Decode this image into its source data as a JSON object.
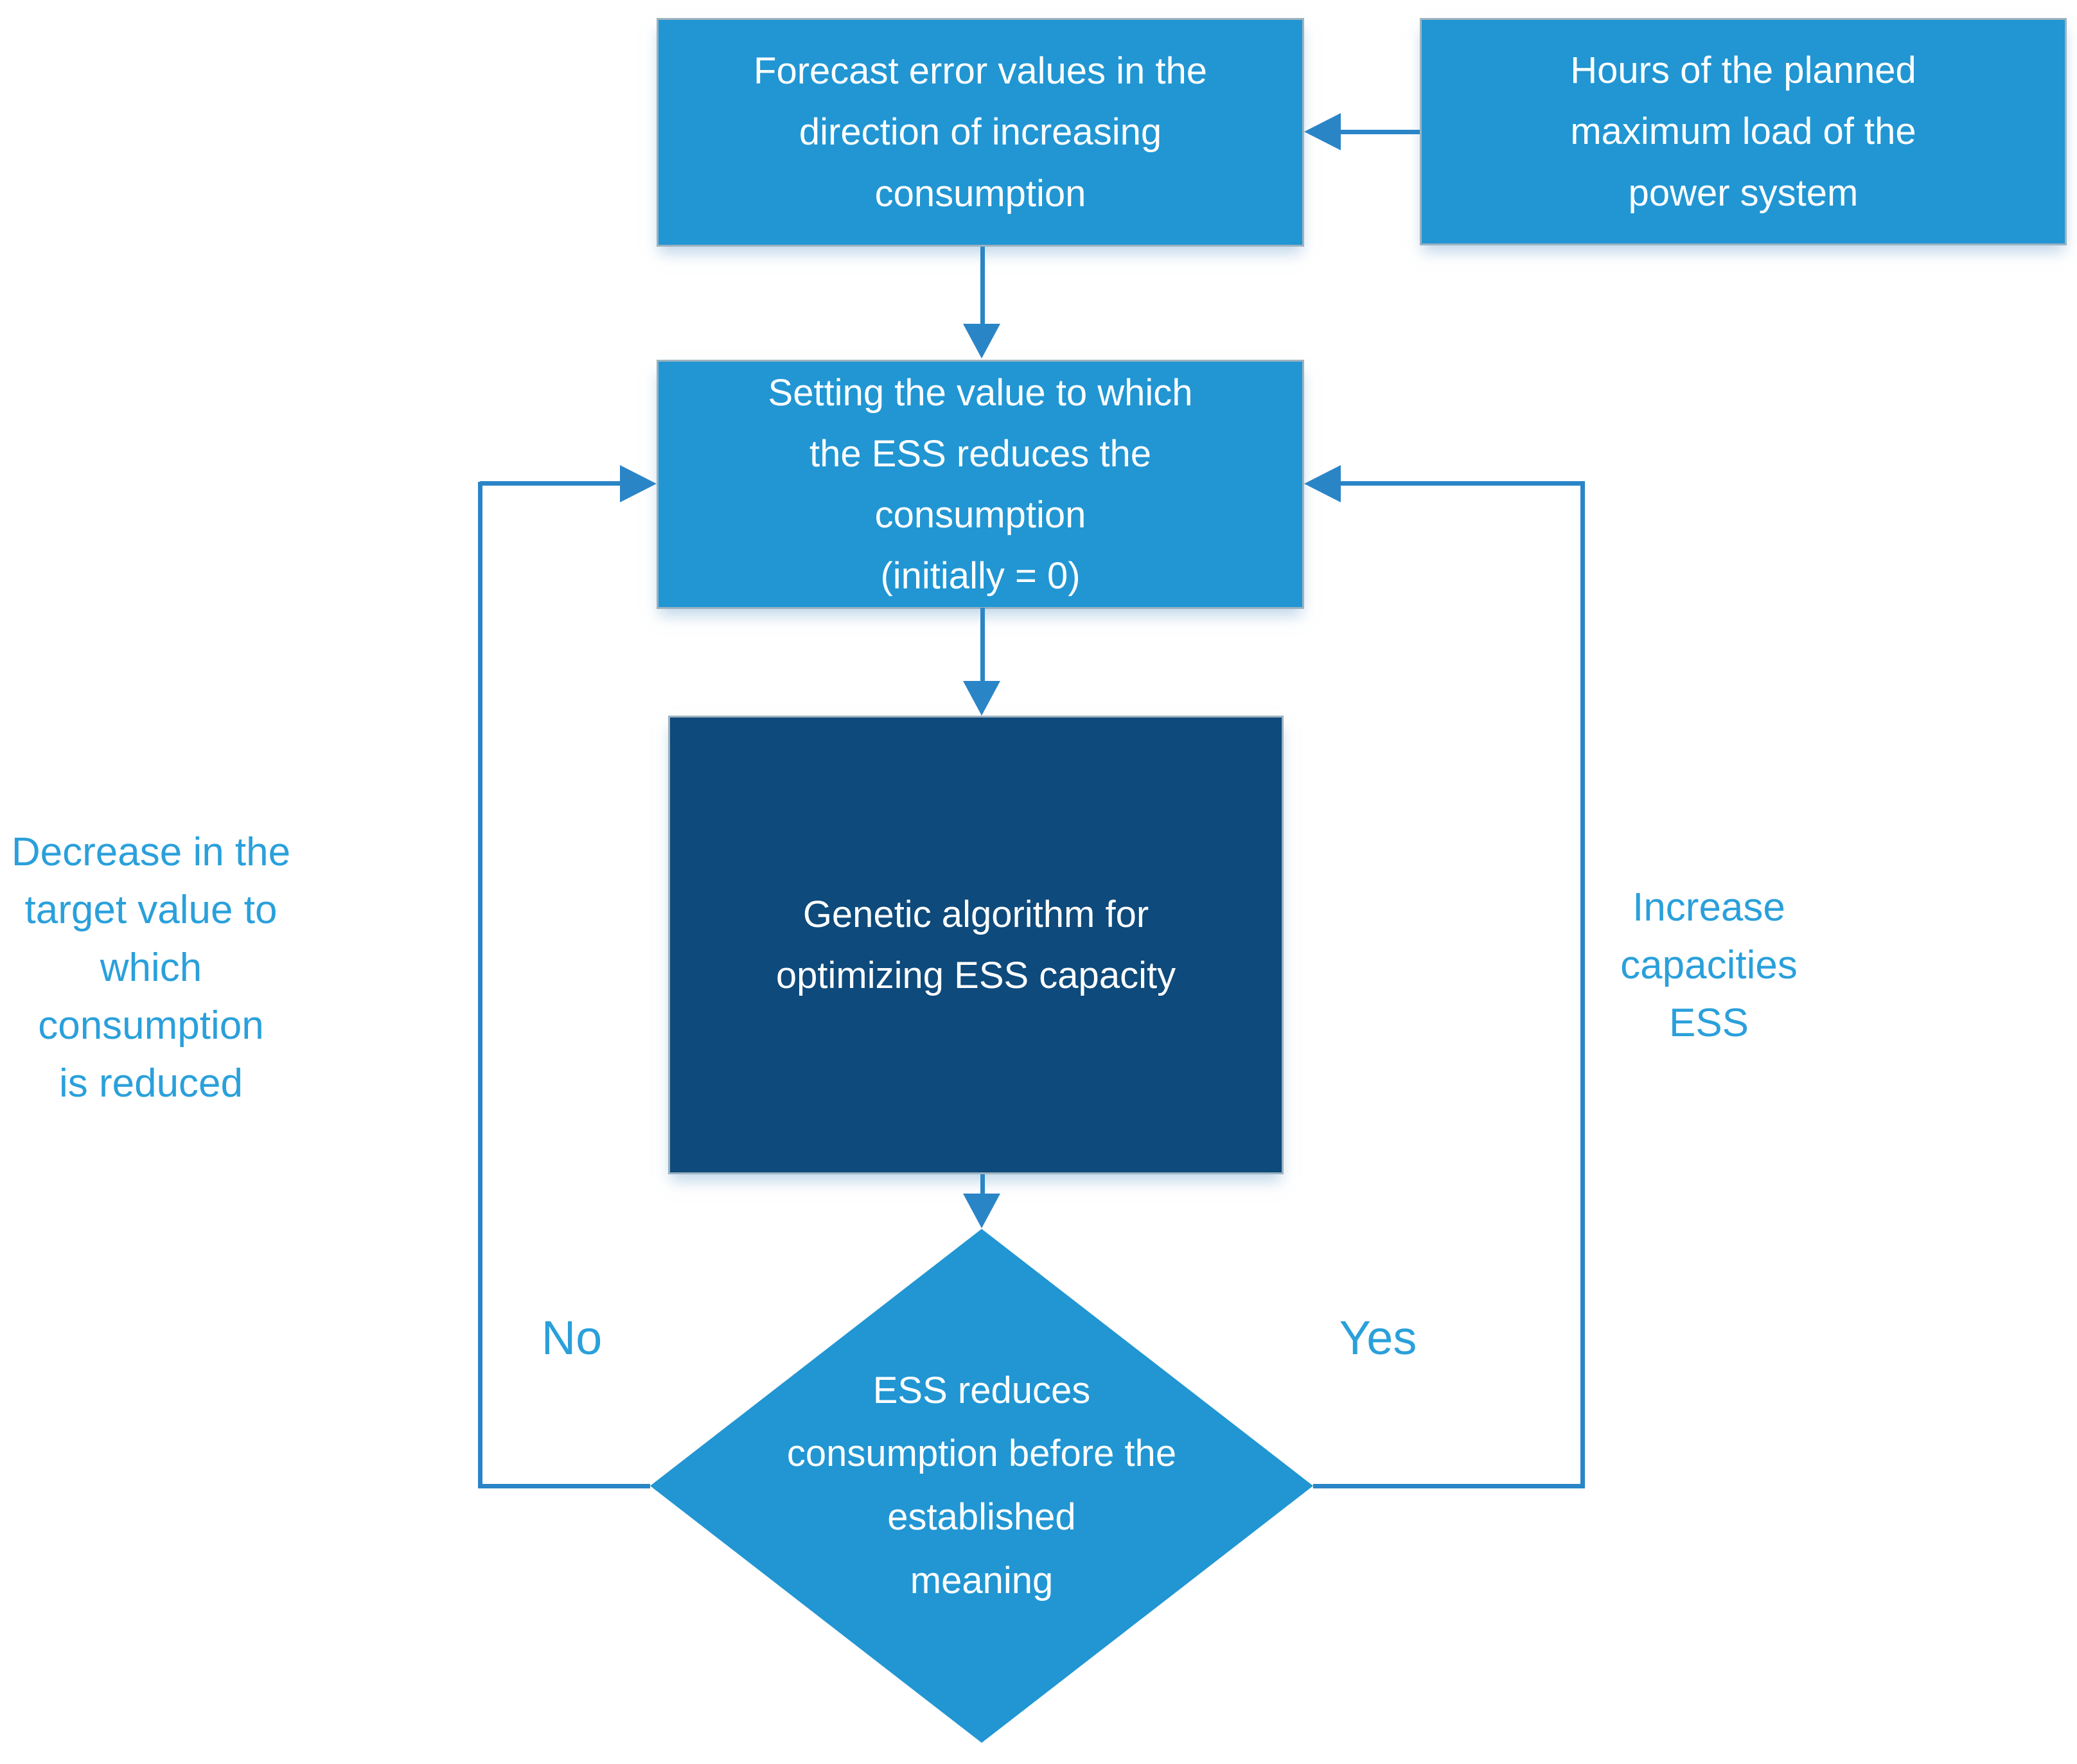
{
  "palette": {
    "node_fill": "#2196D3",
    "dark_node_fill": "#0E4A7B",
    "node_text": "#FFFFFF",
    "connector": "#2A85C7",
    "annotation_text": "#2AA0DB",
    "background": "#FFFFFF",
    "node_border": "#9DB2C0"
  },
  "nodes": {
    "forecast_error": {
      "label": "Forecast error values in the\ndirection of increasing\nconsumption"
    },
    "planned_load_hours": {
      "label": "Hours of the planned\nmaximum load of the\npower system"
    },
    "set_reduction_value": {
      "label": "Setting the value to which\nthe ESS reduces the\nconsumption\n(initially = 0)"
    },
    "genetic_algorithm": {
      "label": "Genetic algorithm for\noptimizing ESS capacity"
    },
    "ess_decision": {
      "label": "ESS reduces\nconsumption before the\nestablished\nmeaning"
    }
  },
  "edge_labels": {
    "no": "No",
    "yes": "Yes"
  },
  "annotations": {
    "decrease_target": "Decrease in the\ntarget value to\nwhich consumption\nis reduced",
    "increase_capacity": "Increase\ncapacities ESS"
  }
}
